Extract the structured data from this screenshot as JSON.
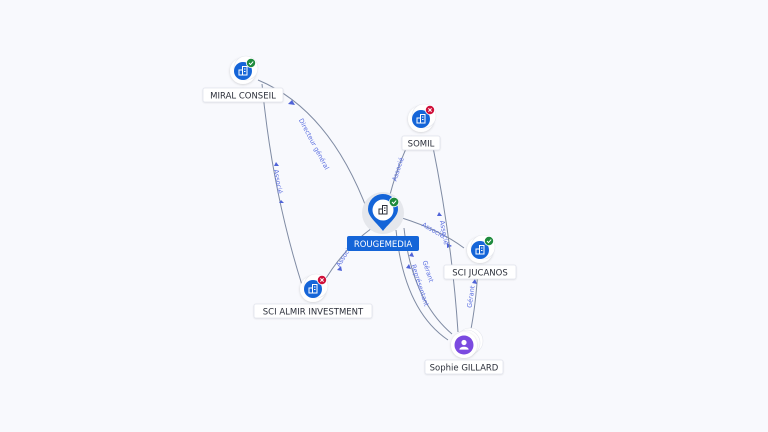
{
  "colors": {
    "company_fill": "#1565d8",
    "person_fill": "#7b4ae0",
    "active_badge": "#1e8b3d",
    "closed_badge": "#d0103a",
    "edge": "#7f8ba3",
    "edge_label": "#5a6ee0"
  },
  "nodes": [
    {
      "id": "rougemedia",
      "label": "ROUGEMEDIA",
      "kind": "company",
      "status": "active",
      "focus": true,
      "icon": "building-icon"
    },
    {
      "id": "miral",
      "label": "MIRAL CONSEIL",
      "kind": "company",
      "status": "active",
      "icon": "building-icon"
    },
    {
      "id": "somil",
      "label": "SOMIL",
      "kind": "company",
      "status": "closed",
      "icon": "building-icon"
    },
    {
      "id": "jucanos",
      "label": "SCI JUCANOS",
      "kind": "company",
      "status": "active",
      "icon": "building-icon"
    },
    {
      "id": "almir",
      "label": "SCI ALMIR INVESTMENT",
      "kind": "company",
      "status": "closed",
      "icon": "building-icon"
    },
    {
      "id": "gillard",
      "label": "Sophie GILLARD",
      "kind": "person",
      "icon": "person-icon"
    }
  ],
  "edges": [
    {
      "id": "e1",
      "label": "Directeur général"
    },
    {
      "id": "e2",
      "label": "Associé"
    },
    {
      "id": "e3",
      "label": "Associé"
    },
    {
      "id": "e4",
      "label": "Associé"
    },
    {
      "id": "e5",
      "label": "Associé"
    },
    {
      "id": "e6",
      "label": "Associé"
    },
    {
      "id": "e7",
      "label": "Gérant"
    },
    {
      "id": "e8",
      "label": "Représentant"
    },
    {
      "id": "e9",
      "label": "Gérant"
    }
  ]
}
